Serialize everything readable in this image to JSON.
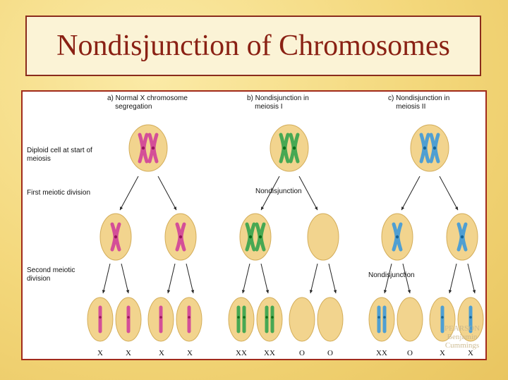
{
  "title": "Nondisjunction of Chromosomes",
  "row_labels": [
    "Diploid cell at start of\nmeiosis",
    "First meiotic division",
    "Second meiotic\ndivision"
  ],
  "columns": [
    {
      "heading": "a) Normal X chromosome\n    segregation",
      "gamete_labels": [
        "X",
        "X",
        "X",
        "X"
      ]
    },
    {
      "heading": "b) Nondisjunction in\n    meiosis I",
      "annotation": "Nondisjunction",
      "gamete_labels": [
        "XX",
        "XX",
        "O",
        "O"
      ]
    },
    {
      "heading": "c) Nondisjunction in\n    meiosis II",
      "annotation": "Nondisjunction",
      "gamete_labels": [
        "XX",
        "O",
        "X",
        "X"
      ]
    }
  ],
  "watermark": "PEARSON\nBenjamin\nCummings",
  "colors": {
    "title_text": "#8a2114",
    "frame_border": "#a12b1c",
    "cell_fill": "#f2d48e",
    "chromosome_a": "#d44f98",
    "chromosome_b": "#47a853",
    "chromosome_c": "#4f9fd2"
  }
}
